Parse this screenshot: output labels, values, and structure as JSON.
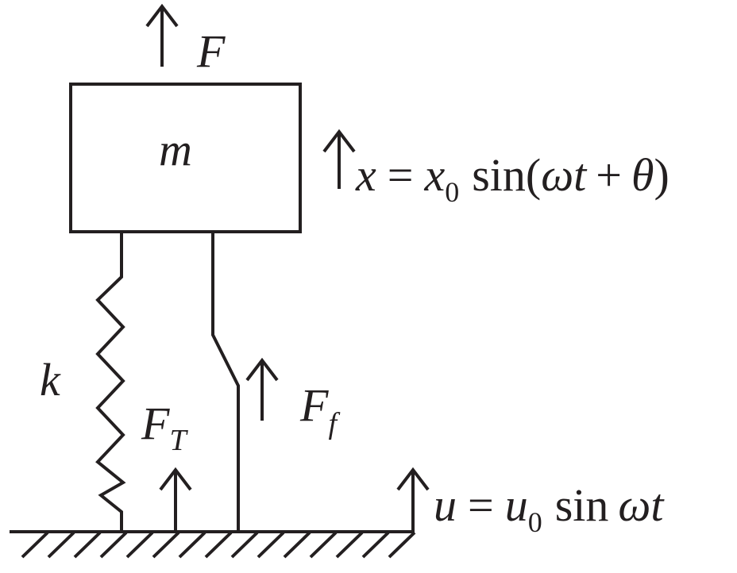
{
  "labels": {
    "force": "F",
    "mass": "m",
    "stiffness": "k",
    "transmitted_force": "F",
    "transmitted_force_sub": "T",
    "friction_force": "F",
    "friction_force_sub": "f",
    "mass_motion": {
      "x": "x",
      "equals": "=",
      "x0": "x",
      "x0_sub": "0",
      "sin": "sin(",
      "omega": "ω",
      "t": "t",
      "plus": "+",
      "theta": "θ",
      "close": ")"
    },
    "base_motion": {
      "u": "u",
      "equals": "=",
      "u0": "u",
      "u0_sub": "0",
      "sin": "sin",
      "omega": "ω",
      "t": "t"
    }
  }
}
